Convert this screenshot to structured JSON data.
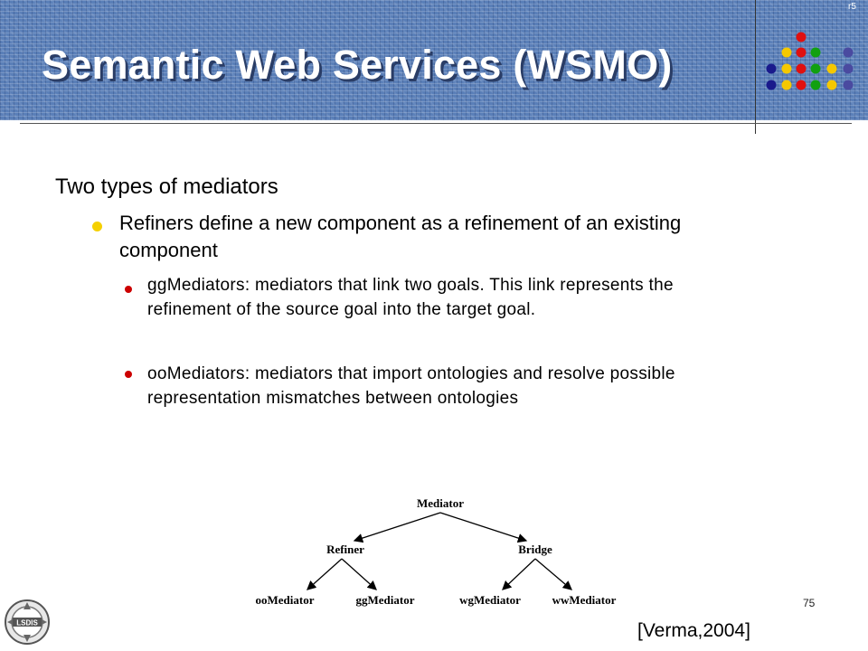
{
  "slide": {
    "title": "Semantic Web Services (WSMO)",
    "corner_mark": "r5",
    "page_number": "75",
    "citation": "[Verma,2004]",
    "logo_text": "LSDIS"
  },
  "content": {
    "level1": "Two types of mediators",
    "refiners": "Refiners define a new component as a refinement of an existing component",
    "items": [
      "ggMediators: mediators that link two goals. This link represents the refinement of the source goal into the target goal.",
      "ooMediators: mediators that import ontologies and resolve possible representation mismatches between ontologies"
    ]
  },
  "diagram": {
    "root": "Mediator",
    "branches": [
      {
        "label": "Refiner",
        "children": [
          "ooMediator",
          "ggMediator"
        ]
      },
      {
        "label": "Bridge",
        "children": [
          "wgMediator",
          "wwMediator"
        ]
      }
    ]
  },
  "colors": {
    "header_blue": "#5a7fb8",
    "bullet_level2": "#f5d000",
    "bullet_level3": "#cc0000",
    "dot_red": "#e01010",
    "dot_yellow": "#f5c800",
    "dot_green": "#11a011",
    "dot_navy": "#1a1a8c",
    "dot_purple": "#4a4aa0"
  }
}
